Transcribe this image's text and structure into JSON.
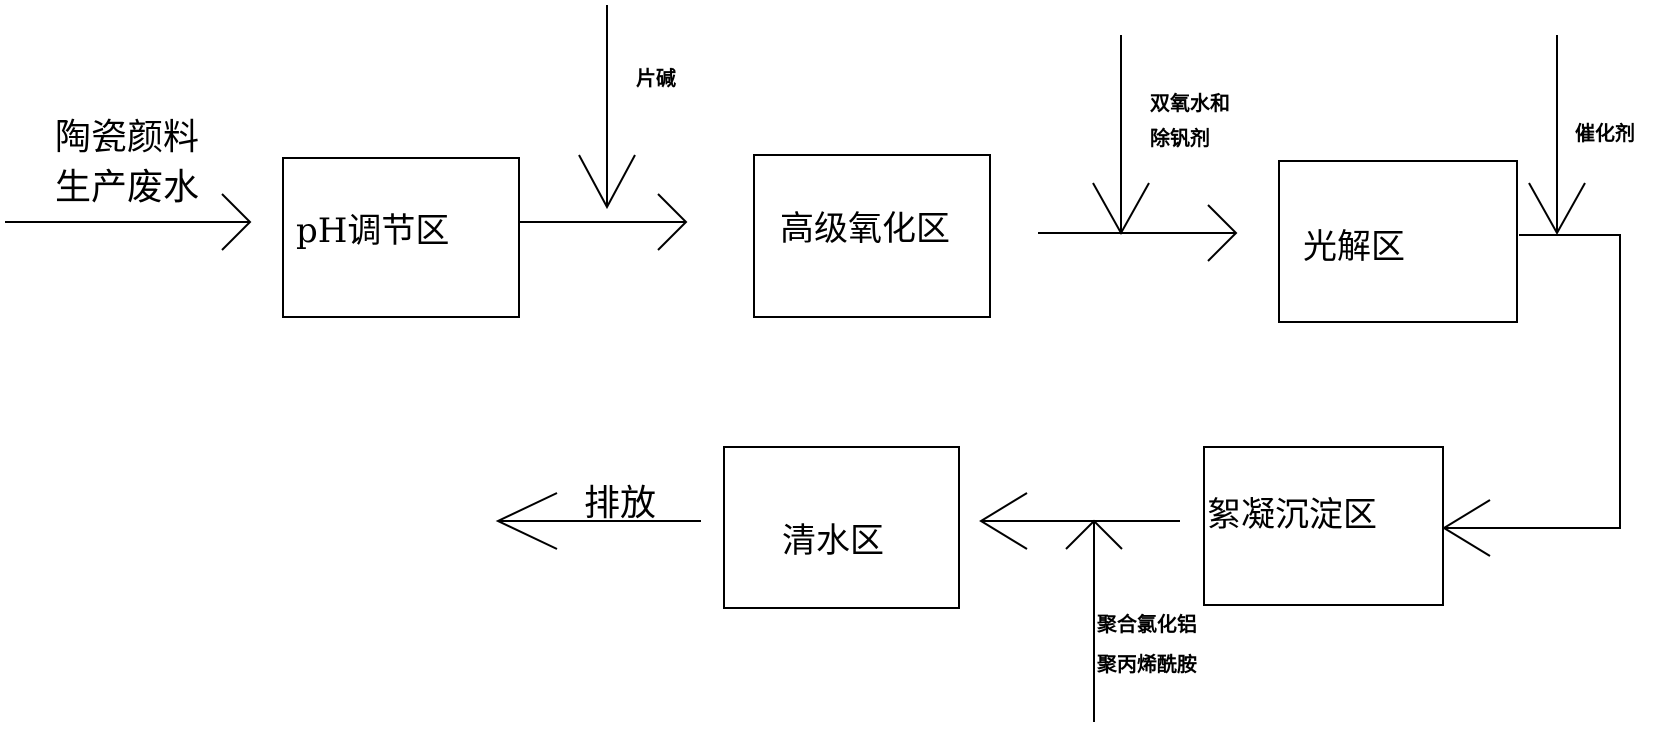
{
  "inputs": {
    "wastewater_line1": "陶瓷颜料",
    "wastewater_line2": "生产废水"
  },
  "boxes": {
    "ph": "pH调节区",
    "oxidation": "高级氧化区",
    "photolysis": "光解区",
    "flocculation": "絮凝沉淀区",
    "clear_water": "清水区"
  },
  "reagents": {
    "flake_alkali": "片碱",
    "peroxide_line1": "双氧水和",
    "peroxide_line2": "除钒剂",
    "catalyst": "催化剂",
    "coagulant_line1": "聚合氯化铝",
    "coagulant_line2": "聚丙烯酰胺"
  },
  "outputs": {
    "discharge": "排放"
  }
}
